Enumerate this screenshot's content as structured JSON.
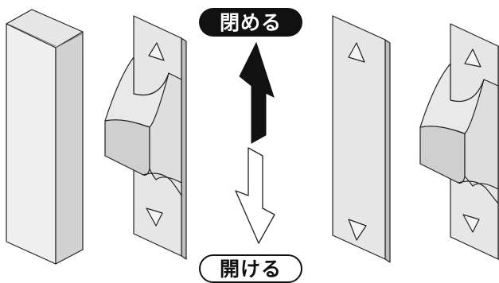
{
  "labels": {
    "close": "閉める",
    "open": "開ける"
  },
  "colors": {
    "face_light": "#eeeeee",
    "face_mid": "#d9d9d9",
    "face_dark": "#bdbdbd",
    "outline": "#222222",
    "close_arrow": "#111111",
    "open_arrow": "#ffffff"
  },
  "icons": {
    "close_arrow": "arrow-up-solid",
    "open_arrow": "arrow-down-outline",
    "plate_marks": "triangle-outline"
  }
}
